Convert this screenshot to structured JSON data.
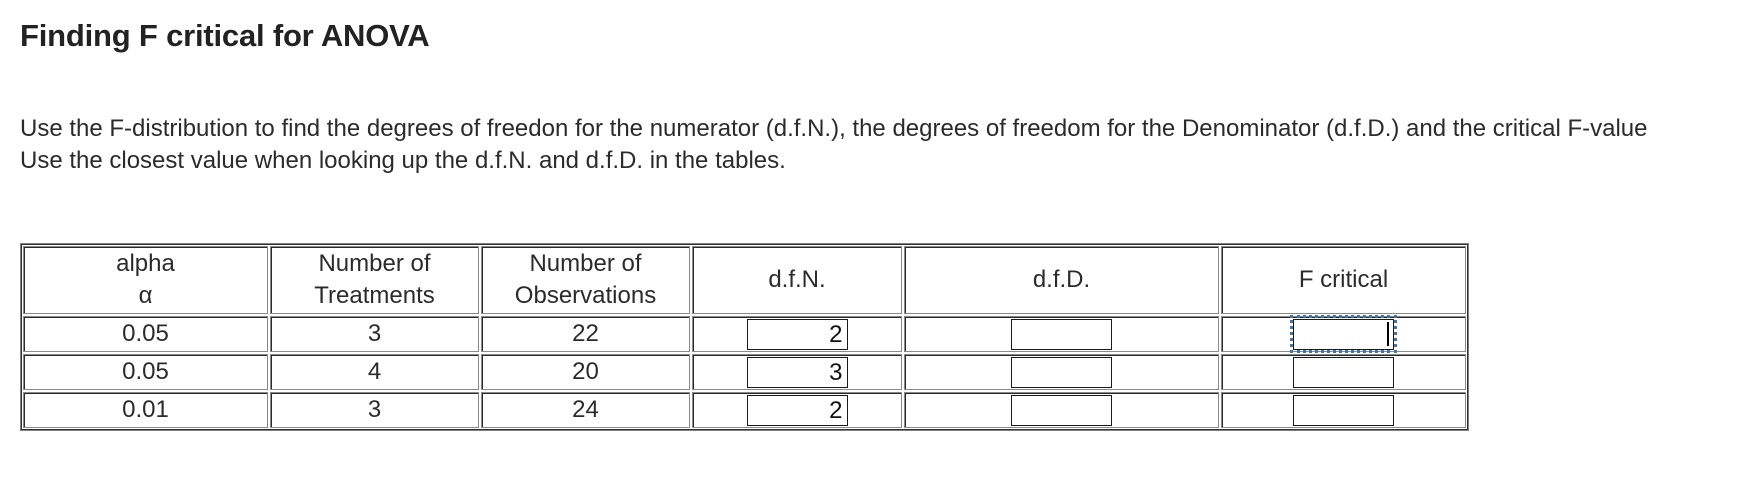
{
  "page": {
    "title": "Finding F critical for ANOVA",
    "instructions": [
      "Use the F-distribution to find the degrees of freedon for the numerator (d.f.N.), the degrees of freedom for the Denominator (d.f.D.) and the critical F-value",
      "Use the closest value when looking up the d.f.N. and d.f.D. in the tables."
    ]
  },
  "table": {
    "headers": {
      "alpha_line1": "alpha",
      "alpha_line2": "α",
      "treatments_line1": "Number of",
      "treatments_line2": "Treatments",
      "observations_line1": "Number of",
      "observations_line2": "Observations",
      "dfn": "d.f.N.",
      "dfd": "d.f.D.",
      "fcrit": "F critical"
    },
    "rows": [
      {
        "alpha": "0.05",
        "treatments": "3",
        "observations": "22",
        "dfn": "2",
        "dfd": "",
        "fcrit": ""
      },
      {
        "alpha": "0.05",
        "treatments": "4",
        "observations": "20",
        "dfn": "3",
        "dfd": "",
        "fcrit": ""
      },
      {
        "alpha": "0.01",
        "treatments": "3",
        "observations": "24",
        "dfn": "2",
        "dfd": "",
        "fcrit": ""
      }
    ],
    "focused_cell": "row 1, F critical"
  },
  "colors": {
    "text": "#2b2b2b",
    "border_outer": "#808080",
    "border_inner": "#2a2a2a",
    "focus_outline": "#3e75b8"
  }
}
